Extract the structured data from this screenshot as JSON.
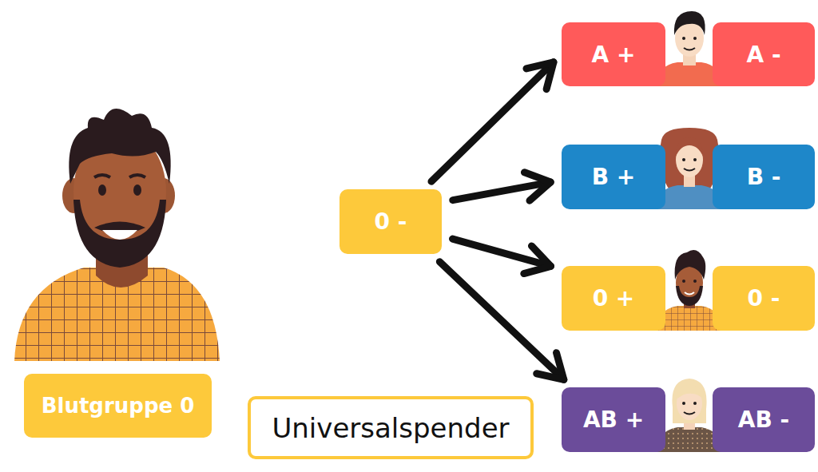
{
  "diagram": {
    "nodes": [
      {
        "text": [
          "0 -"
        ]
      },
      {
        "text": [
          "A +"
        ]
      },
      {
        "text": [
          "A -"
        ]
      },
      {
        "text": [
          "B +"
        ]
      },
      {
        "text": [
          "B -"
        ]
      },
      {
        "text": [
          "0 +"
        ]
      },
      {
        "text": [
          "0 -"
        ]
      },
      {
        "text": [
          "AB +"
        ]
      },
      {
        "text": [
          "AB -"
        ]
      },
      {
        "text": [
          "Blutgruppe 0"
        ]
      },
      {
        "text": [
          "Universalspender"
        ]
      }
    ],
    "edges": [
      {
        "from": 0,
        "to": 1,
        "arrow": "to"
      },
      {
        "from": 0,
        "to": 3,
        "arrow": "to"
      },
      {
        "from": 0,
        "to": 5,
        "arrow": "to"
      },
      {
        "from": 0,
        "to": 7,
        "arrow": "to"
      }
    ]
  }
}
